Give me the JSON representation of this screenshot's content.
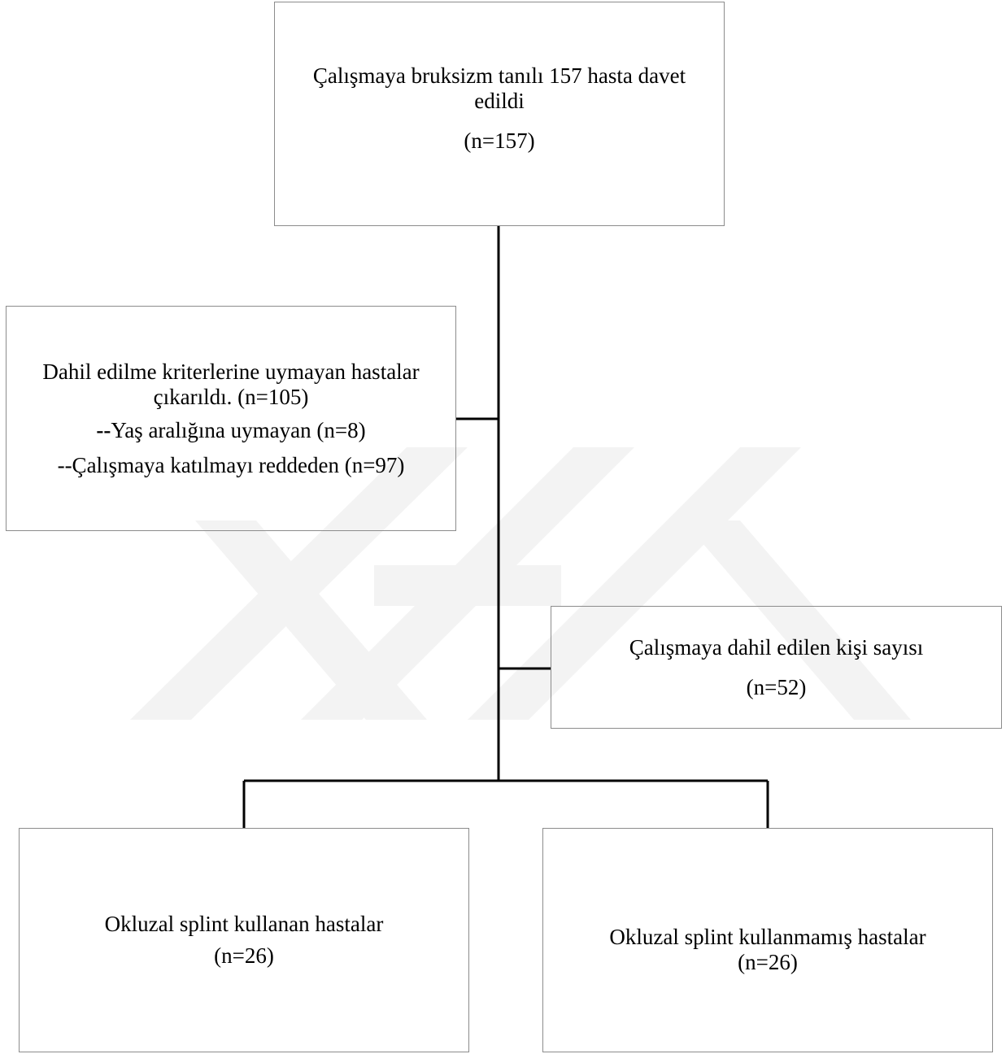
{
  "flowchart": {
    "top_box": {
      "line1": "Çalışmaya bruksizm tanılı 157 hasta davet edildi",
      "line2": "(n=157)"
    },
    "excluded_box": {
      "line1": "Dahil edilme kriterlerine uymayan hastalar",
      "line2": "çıkarıldı. (n=105)",
      "line3_prefix": "--",
      "line3_text": "Yaş aralığına uymayan (n=8)",
      "line4": "--Çalışmaya katılmayı reddeden (n=97)"
    },
    "included_box": {
      "line1": "Çalışmaya dahil edilen kişi sayısı",
      "line2": "(n=52)"
    },
    "splint_box": {
      "line1": "Okluzal splint kullanan hastalar",
      "line2": "(n=26)"
    },
    "nosplint_box": {
      "line1": "Okluzal splint kullanmamış hastalar",
      "line2": "(n=26)"
    }
  },
  "colors": {
    "line": "#000000",
    "box_border": "#8c8c8c",
    "watermark": "#f2f2f2"
  }
}
